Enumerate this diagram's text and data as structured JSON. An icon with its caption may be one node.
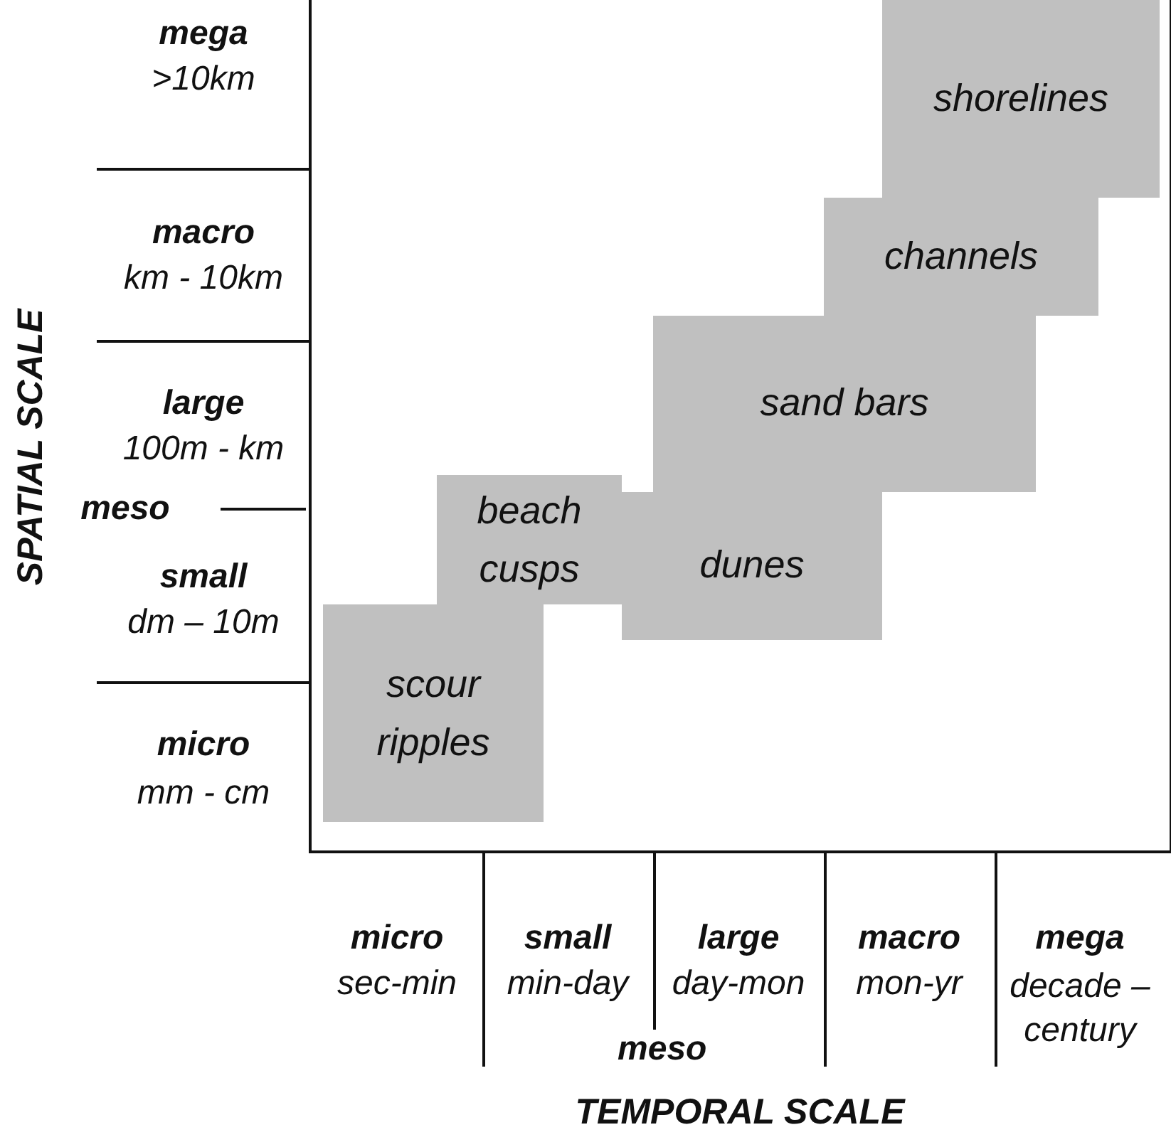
{
  "diagram": {
    "nodes": [
      {
        "text": [
          "shorelines"
        ]
      },
      {
        "text": [
          "channels"
        ]
      },
      {
        "text": [
          "sand bars"
        ]
      },
      {
        "text": [
          "beach cusps"
        ]
      },
      {
        "text": [
          "dunes"
        ]
      },
      {
        "text": [
          "scour ripples"
        ]
      }
    ],
    "labels": [
      "mega",
      ">10km",
      "macro",
      "km - 10km",
      "large",
      "100m - km",
      "meso",
      "small",
      "dm – 10m",
      "micro",
      "mm - cm",
      "SPATIAL SCALE",
      "micro",
      "sec-min",
      "small",
      "min-day",
      "large",
      "day-mon",
      "macro",
      "mon-yr",
      "mega",
      "decade – century",
      "meso",
      "TEMPORAL SCALE"
    ]
  }
}
